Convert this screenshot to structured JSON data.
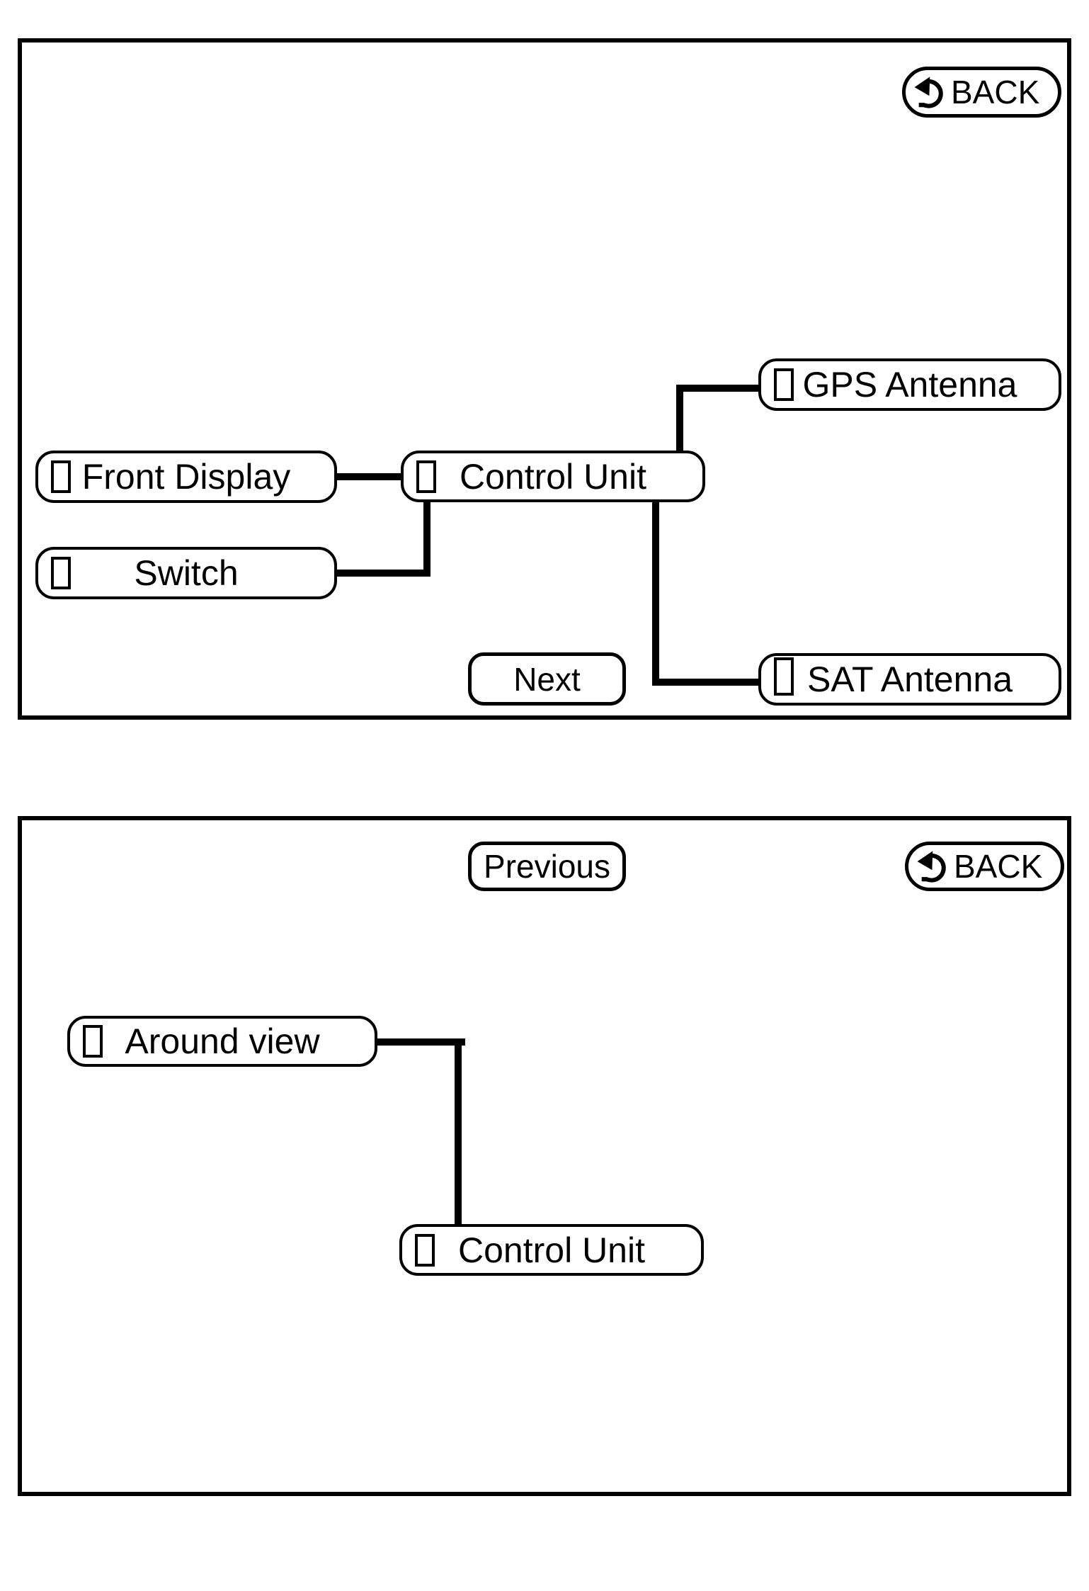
{
  "colors": {
    "ink": "#000000",
    "background": "#ffffff"
  },
  "panel1": {
    "back": {
      "label": "BACK",
      "icon": "undo-arrow-icon"
    },
    "next": {
      "label": "Next"
    },
    "nodes": {
      "gps": {
        "label": "GPS Antenna",
        "icon": "placeholder-box-icon"
      },
      "front_display": {
        "label": "Front Display",
        "icon": "placeholder-box-icon"
      },
      "control_unit": {
        "label": "Control Unit",
        "icon": "placeholder-box-icon"
      },
      "switch": {
        "label": "Switch",
        "icon": "placeholder-box-icon"
      },
      "sat": {
        "label": "SAT Antenna",
        "icon": "placeholder-box-icon"
      }
    },
    "connections": [
      "Front Display - Control Unit",
      "Switch - Control Unit",
      "Control Unit - GPS Antenna",
      "Control Unit - SAT Antenna"
    ]
  },
  "panel2": {
    "previous": {
      "label": "Previous"
    },
    "back": {
      "label": "BACK",
      "icon": "undo-arrow-icon"
    },
    "nodes": {
      "around_view": {
        "label": "Around view",
        "icon": "placeholder-box-icon"
      },
      "control_unit": {
        "label": "Control Unit",
        "icon": "placeholder-box-icon"
      }
    },
    "connections": [
      "Around view - Control Unit"
    ]
  }
}
